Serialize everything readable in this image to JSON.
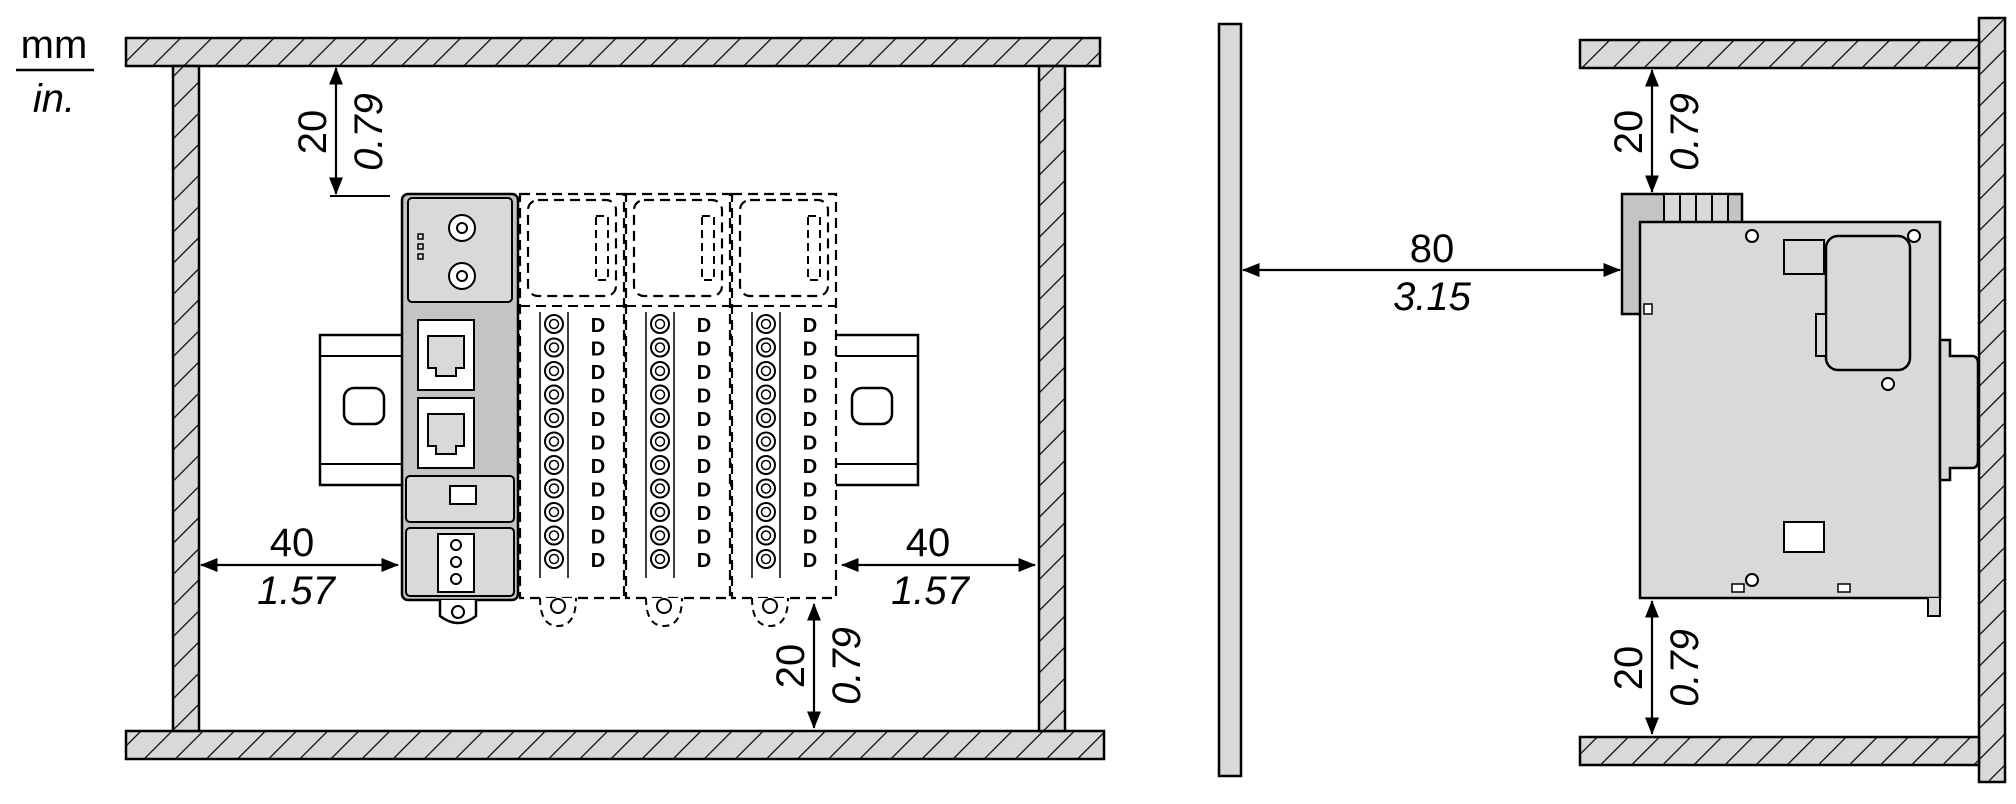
{
  "units": {
    "top": "mm",
    "bottom": "in."
  },
  "front_view": {
    "top_clearance": {
      "mm": "20",
      "in": "0.79"
    },
    "left_clearance": {
      "mm": "40",
      "in": "1.57"
    },
    "right_clearance": {
      "mm": "40",
      "in": "1.57"
    },
    "bottom_clearance": {
      "mm": "20",
      "in": "0.79"
    },
    "terminal_marker": "D"
  },
  "side_view": {
    "front_clearance": {
      "mm": "80",
      "in": "3.15"
    },
    "top_clearance": {
      "mm": "20",
      "in": "0.79"
    },
    "bottom_clearance": {
      "mm": "20",
      "in": "0.79"
    }
  },
  "colors": {
    "stroke": "#000000",
    "panel": "#d9d9d9",
    "panel_dark": "#c4c4c4",
    "background": "#ffffff"
  }
}
